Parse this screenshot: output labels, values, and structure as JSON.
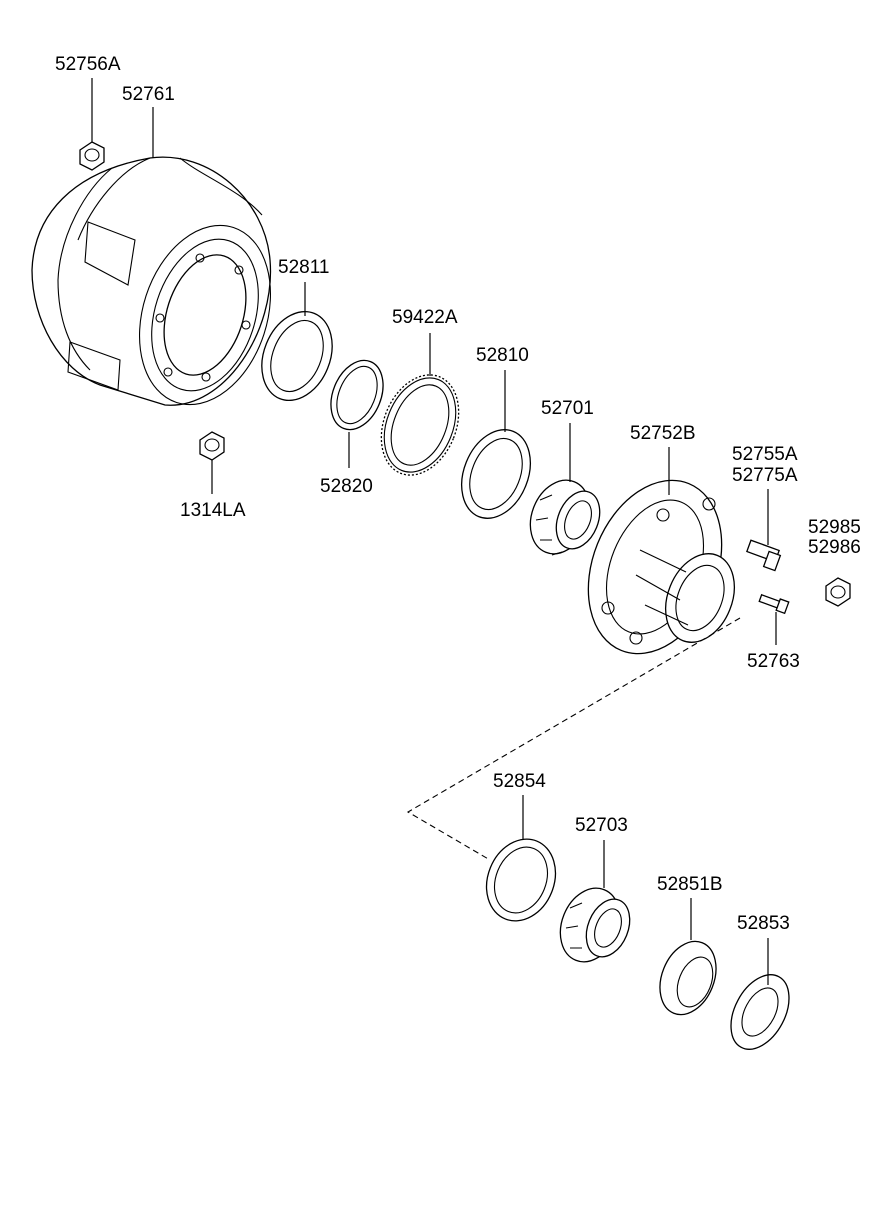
{
  "parts": [
    {
      "id": "nut-top",
      "number": "52756A"
    },
    {
      "id": "brake-drum",
      "number": "52761"
    },
    {
      "id": "hex-nut",
      "number": "1314LA"
    },
    {
      "id": "outer-race-1",
      "number": "52811"
    },
    {
      "id": "oil-seal",
      "number": "52820"
    },
    {
      "id": "tone-wheel",
      "number": "59422A"
    },
    {
      "id": "outer-race-2",
      "number": "52810"
    },
    {
      "id": "inner-bearing",
      "number": "52701"
    },
    {
      "id": "hub",
      "number": "52752B"
    },
    {
      "id": "hub-bolt-a",
      "number": "52755A"
    },
    {
      "id": "hub-bolt-b",
      "number": "52775A"
    },
    {
      "id": "wheel-nut-a",
      "number": "52985"
    },
    {
      "id": "wheel-nut-b",
      "number": "52986"
    },
    {
      "id": "hub-screw",
      "number": "52763"
    },
    {
      "id": "outer-race-3",
      "number": "52854"
    },
    {
      "id": "outer-bearing",
      "number": "52703"
    },
    {
      "id": "lock-nut",
      "number": "52851B"
    },
    {
      "id": "lock-washer",
      "number": "52853"
    }
  ]
}
